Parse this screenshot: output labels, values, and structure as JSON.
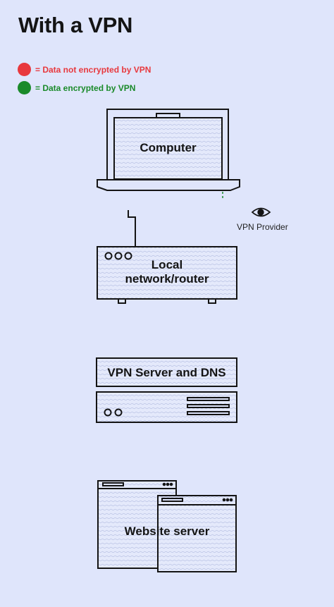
{
  "title": "With a VPN",
  "legend": {
    "not_encrypted": {
      "label": "= Data not encrypted by VPN",
      "color": "#e8383d"
    },
    "encrypted": {
      "label": "= Data encrypted by VPN",
      "color": "#1a8a2a"
    }
  },
  "nodes": {
    "computer": "Computer",
    "router_line1": "Local",
    "router_line2": "network/router",
    "vpn_server": "VPN Server and DNS",
    "website_server": "Website server"
  },
  "vpn_provider": {
    "label": "VPN Provider",
    "icon": "eye-icon"
  },
  "colors": {
    "background": "#dfe5fb",
    "stroke": "#141414"
  }
}
